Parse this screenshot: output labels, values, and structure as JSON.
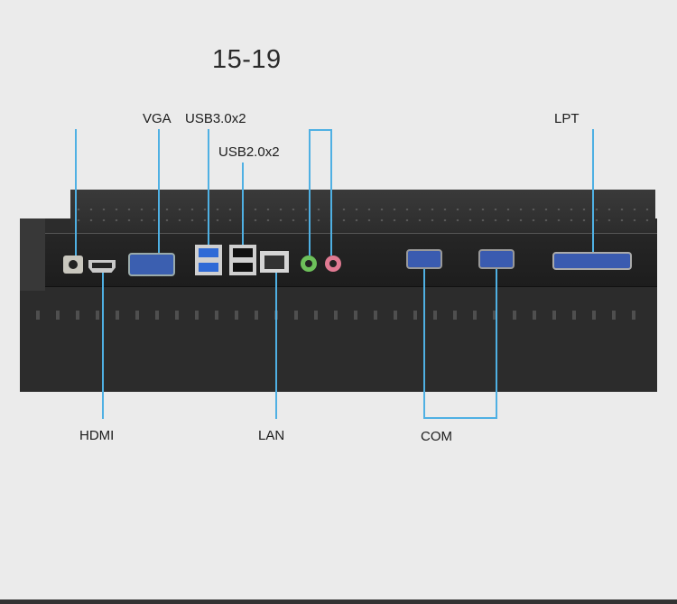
{
  "title": "15-19",
  "labels": {
    "vga": "VGA",
    "usb3": "USB3.0x2",
    "usb2": "USB2.0x2",
    "lpt": "LPT",
    "hdmi": "HDMI",
    "lan": "LAN",
    "com": "COM"
  },
  "colors": {
    "background": "#ebebeb",
    "leader_line": "#4fb0e3",
    "device_body": "#2c2c2c",
    "vga_port": "#3b5fb0",
    "usb3_port": "#2f6ad6",
    "audio_green": "#6dc05a",
    "audio_pink": "#e07a92"
  },
  "icons": [
    "dc-jack-icon",
    "hdmi-port-icon",
    "vga-port-icon",
    "usb3-port-icon",
    "usb2-port-icon",
    "lan-port-icon",
    "audio-port-icon",
    "com-port-icon",
    "lpt-port-icon"
  ]
}
